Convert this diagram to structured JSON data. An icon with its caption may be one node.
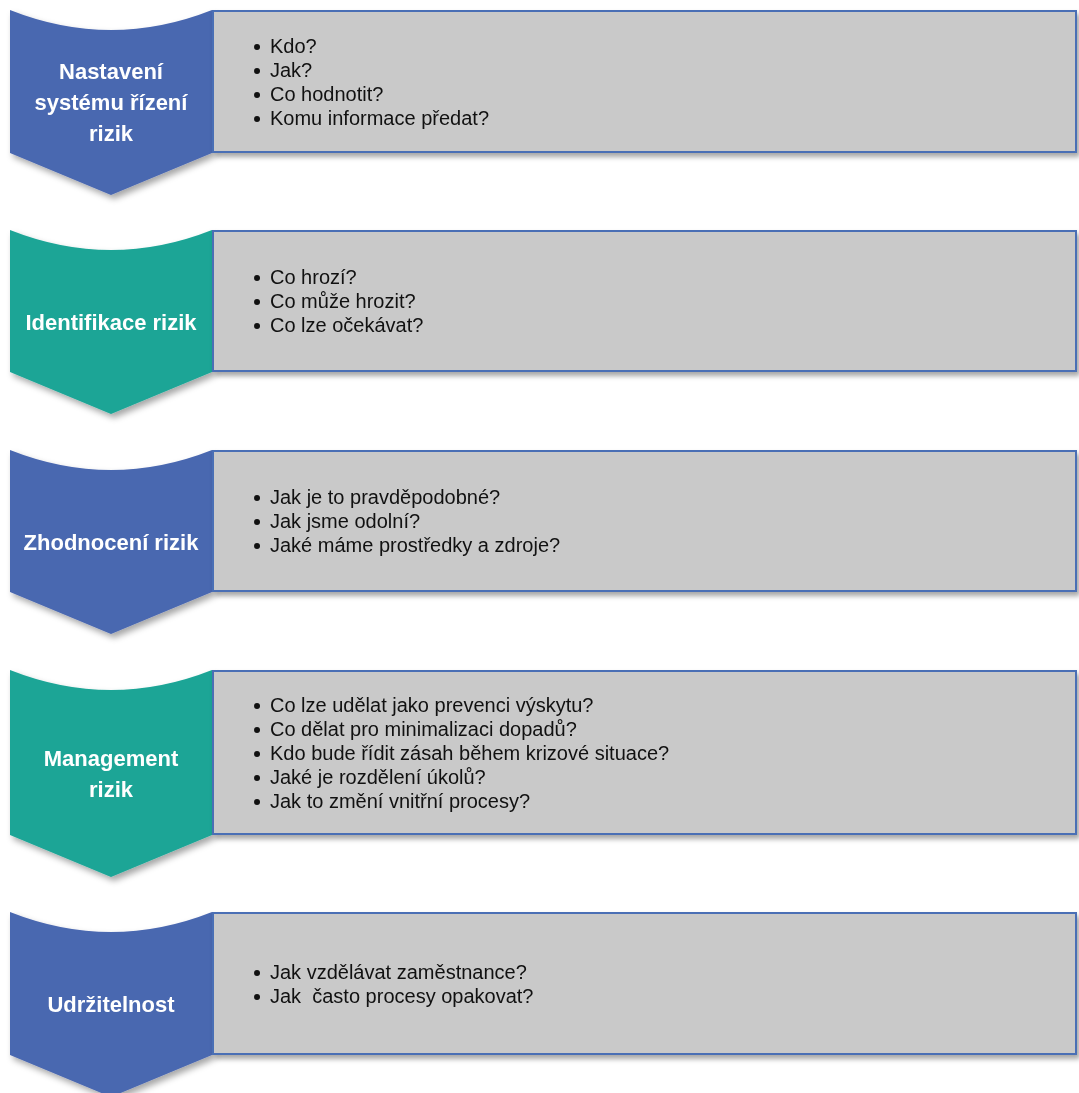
{
  "diagram": {
    "nodes": [
      {
        "text": [
          "Nastavení systému řízení rizik"
        ]
      },
      {
        "text": [
          "Kdo?",
          "Jak?",
          "Co hodnotit?",
          "Komu informace předat?"
        ]
      },
      {
        "text": [
          "Identifikace rizik"
        ]
      },
      {
        "text": [
          "Co hrozí?",
          "Co může hrozit?",
          "Co lze očekávat?"
        ]
      },
      {
        "text": [
          "Zhodnocení rizik"
        ]
      },
      {
        "text": [
          "Jak je to pravděpodobné?",
          "Jak jsme odolní?",
          "Jaké máme prostředky a zdroje?"
        ]
      },
      {
        "text": [
          "Management rizik"
        ]
      },
      {
        "text": [
          "Co lze udělat jako prevenci výskytu?",
          "Co dělat pro minimalizaci dopadů?",
          "Kdo bude řídit zásah během krizové situace?",
          "Jaké je rozdělení úkolů?",
          "Jak to změní vnitřní procesy?"
        ]
      },
      {
        "text": [
          "Udržitelnost"
        ]
      },
      {
        "text": [
          "Jak vzdělávat zaměstnance?",
          "Jak  často procesy opakovat?"
        ]
      }
    ]
  }
}
